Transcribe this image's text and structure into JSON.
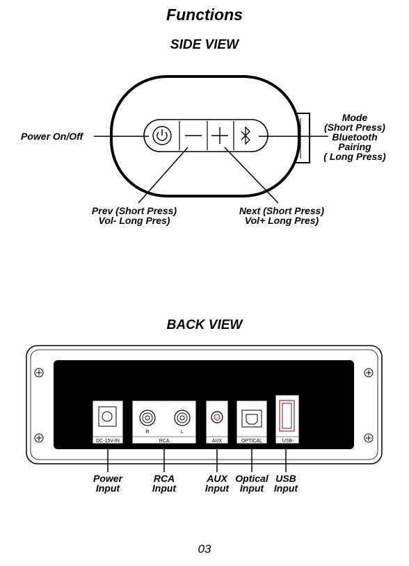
{
  "page": {
    "title": "Functions",
    "side_view_heading": "SIDE VIEW",
    "back_view_heading": "BACK VIEW",
    "page_number": "03"
  },
  "side_view": {
    "power_label": "Power On/Off",
    "mode_label": [
      "Mode",
      "(Short Press)",
      "Bluetooth",
      "Pairing",
      "( Long Press)"
    ],
    "prev_label": [
      "Prev (Short Press)",
      "Vol- Long Pres)"
    ],
    "next_label": [
      "Next (Short Press)",
      "Vol+ Long Pres)"
    ],
    "button_icons": [
      "power-icon",
      "minus-icon",
      "plus-icon",
      "bluetooth-icon"
    ]
  },
  "back_view": {
    "ports": {
      "dc": "DC-15V-IN",
      "rca": "RCA",
      "rca_r": "R",
      "rca_l": "L",
      "aux": "AUX",
      "optical": "OPTICAL",
      "usb": "USB"
    },
    "labels": {
      "power": [
        "Power",
        "Input"
      ],
      "rca": [
        "RCA",
        "Input"
      ],
      "aux": [
        "AUX",
        "Input"
      ],
      "optical": [
        "Optical",
        "Input"
      ],
      "usb": [
        "USB",
        "Input"
      ]
    }
  }
}
